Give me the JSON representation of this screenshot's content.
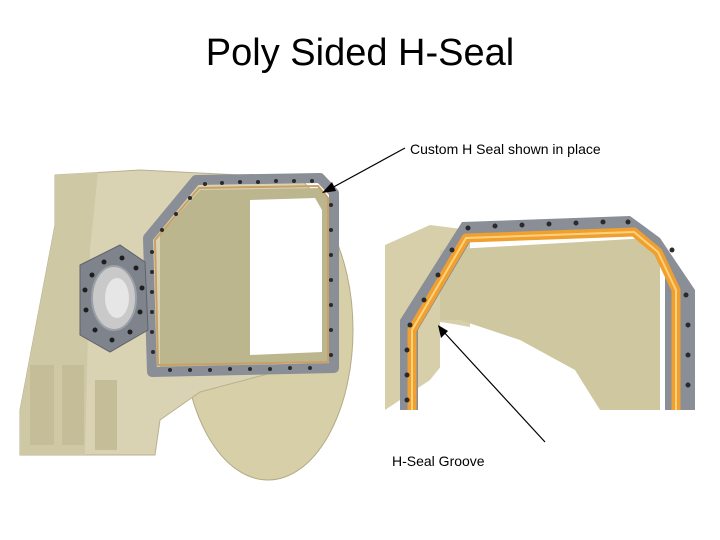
{
  "slide": {
    "title": "Poly Sided H-Seal"
  },
  "callouts": {
    "seal_in_place": "Custom H Seal shown in place",
    "groove": "H-Seal Groove"
  },
  "colors": {
    "housing": "#d9d3b4",
    "housing_shadow": "#b8b18f",
    "flange": "#8a8e96",
    "seal": "#f0a030",
    "bolt_hole": "#2a2a2a"
  }
}
